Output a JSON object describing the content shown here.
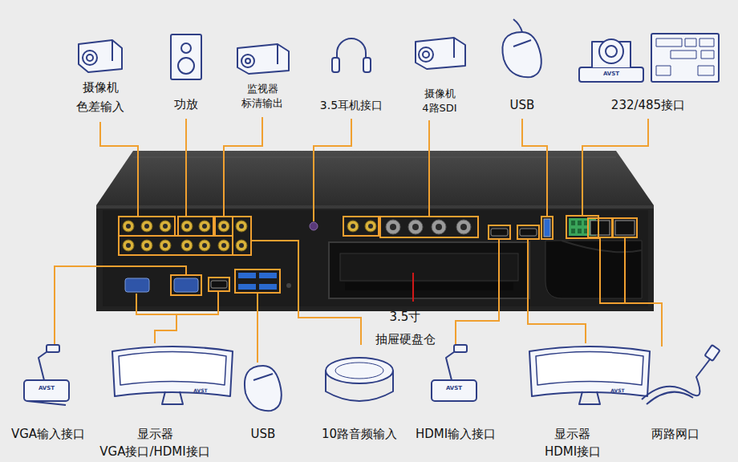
{
  "diagram": {
    "labels": [
      "摄像机 色差输入",
      "功放",
      "监视器 标清输出",
      "3.5耳机接口",
      "摄像机 4路SDI",
      "USB",
      "AVST",
      "232/485接口",
      "3.5寸 抽屉硬盘仓",
      "AVST",
      "AVST",
      "AVST",
      "AVST",
      "VGA输入接口",
      "显示器 VGA接口/HDMI接口",
      "USB",
      "10路音频输入",
      "HDMI输入接口",
      "显示器 HDMI接口",
      "两路网口"
    ]
  }
}
